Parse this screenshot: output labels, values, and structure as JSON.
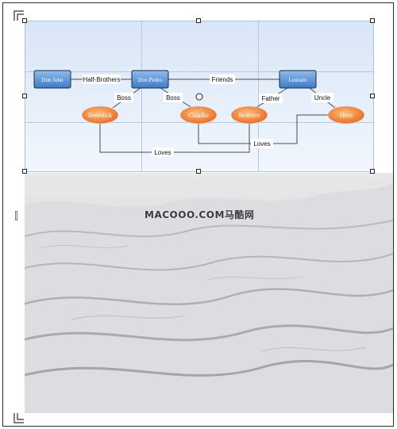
{
  "diagram": {
    "rect_nodes": [
      {
        "id": "don-john",
        "label": "Don John"
      },
      {
        "id": "don-pedro",
        "label": "Don Pedro"
      },
      {
        "id": "leonato",
        "label": "Leonato"
      }
    ],
    "oval_nodes": [
      {
        "id": "benedick",
        "label": "Benedick"
      },
      {
        "id": "claudio",
        "label": "Claudio"
      },
      {
        "id": "beatrice",
        "label": "Beatrice"
      },
      {
        "id": "hero",
        "label": "Hero"
      }
    ],
    "edge_labels": {
      "half_brothers": "Half-Brothers",
      "friends": "Friends",
      "boss_benedick": "Boss",
      "boss_claudio": "Boss",
      "father": "Father",
      "uncle": "Uncle",
      "loves_benedick": "Loves",
      "loves_claudio": "Loves"
    },
    "colors": {
      "rect_fill_top": "#7fb0e6",
      "rect_fill_bottom": "#3f7fc9",
      "rect_border": "#1c2b44",
      "oval_fill_center": "#ffb36b",
      "oval_fill_edge": "#e8651c",
      "connector": "#4a4a4a"
    }
  },
  "watermark": {
    "text": "MACOOO.COM马酷网"
  },
  "icons": {
    "selection_handle": "square-handle-icon",
    "rotate_handle": "rotate-circle-icon",
    "crop_corner": "crop-corner-icon"
  }
}
